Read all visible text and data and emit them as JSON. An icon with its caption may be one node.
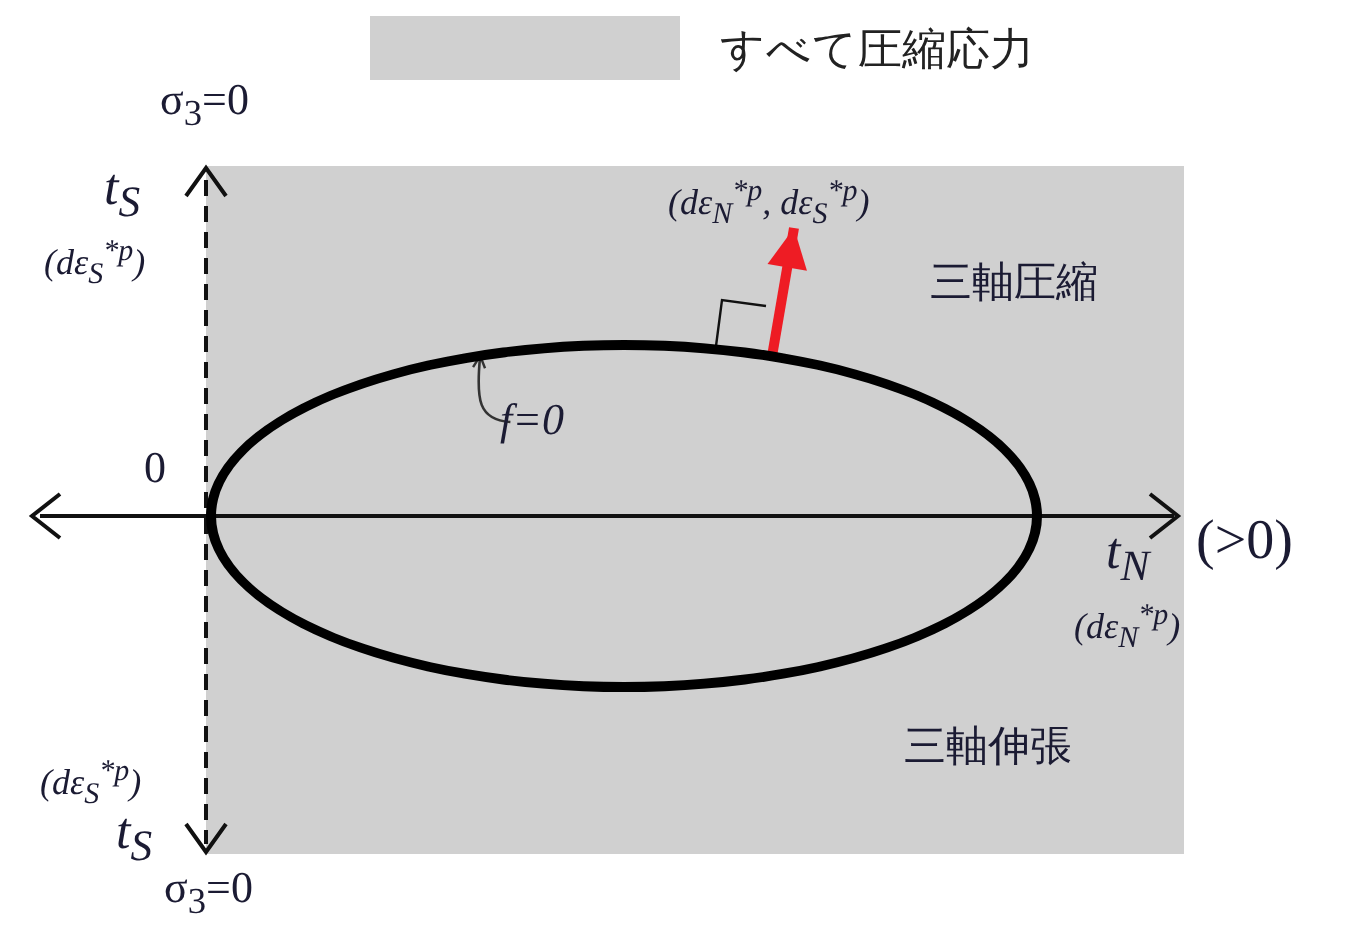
{
  "diagram": {
    "nodes": [
      {
        "text": [],
        "shape": "ellipse"
      },
      {
        "text": [
          "f=0"
        ],
        "in": 0
      },
      {
        "text": [
          "(dε$_{N}$$^{*p}$, dε$_{S}$$^{*p}$)"
        ]
      }
    ],
    "edges": [
      {
        "from": 1,
        "to": 0,
        "arrow": "to"
      },
      {
        "from": 0,
        "to": 2,
        "arrow": "to",
        "style": "thick",
        "color": "#ee1c24"
      }
    ],
    "labels": [
      "σ$_{3}$=0",
      "t$_{S}$",
      "(dε$_{S}$$^{*p}$)",
      "0",
      "三軸圧縮",
      "t$_{N}$",
      "(>0)",
      "(dε$_{N}$$^{*p}$)",
      "三軸伸張",
      "(dε$_{S}$$^{*p}$)",
      "t$_{S}$",
      "σ$_{3}$=0"
    ],
    "legend": [
      {
        "text": "すべて圧縮応力",
        "color": "#d0d0d0"
      }
    ]
  }
}
